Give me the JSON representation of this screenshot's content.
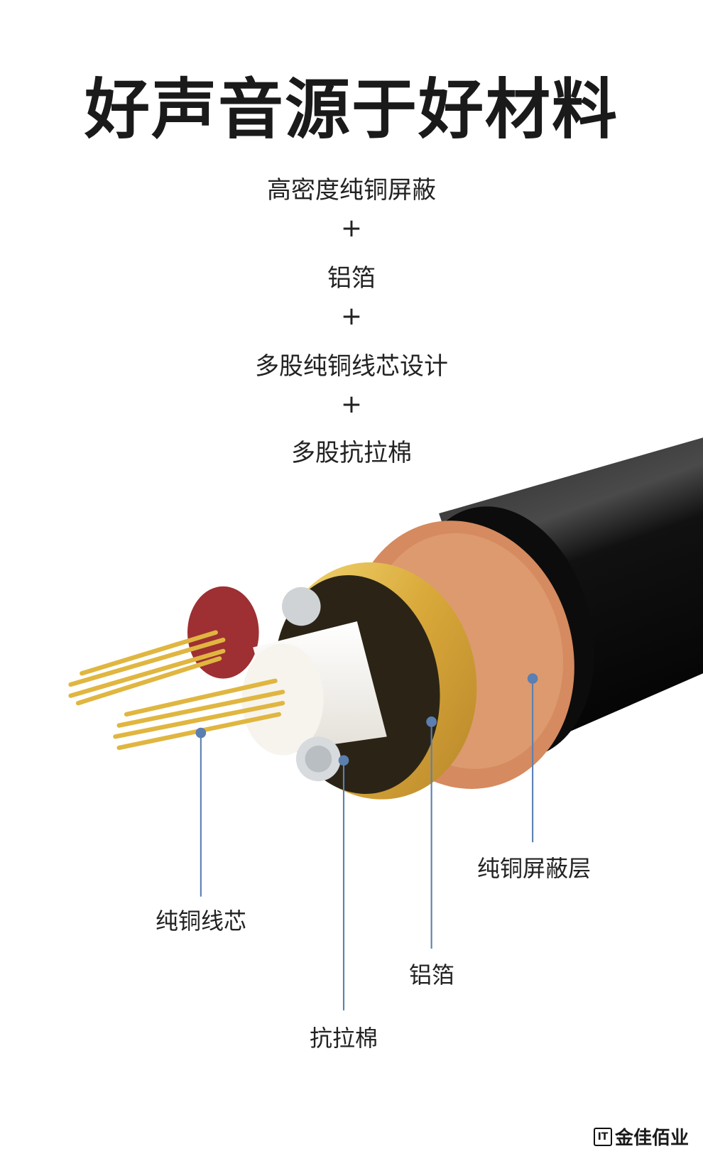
{
  "title": "好声音源于好材料",
  "features": [
    "高密度纯铜屏蔽",
    "+",
    "铝箔",
    "+",
    "多股纯铜线芯设计",
    "+",
    "多股抗拉棉"
  ],
  "labels": {
    "shield": "纯铜屏蔽层",
    "core": "纯铜线芯",
    "foil": "铝箔",
    "cotton": "抗拉棉"
  },
  "brand": {
    "mark": "IT",
    "name": "金佳佰业"
  },
  "colors": {
    "pointer": "#5b7fb0",
    "jacket": "#111111",
    "copper": "#d58a5f",
    "gold": "#e3c155"
  }
}
